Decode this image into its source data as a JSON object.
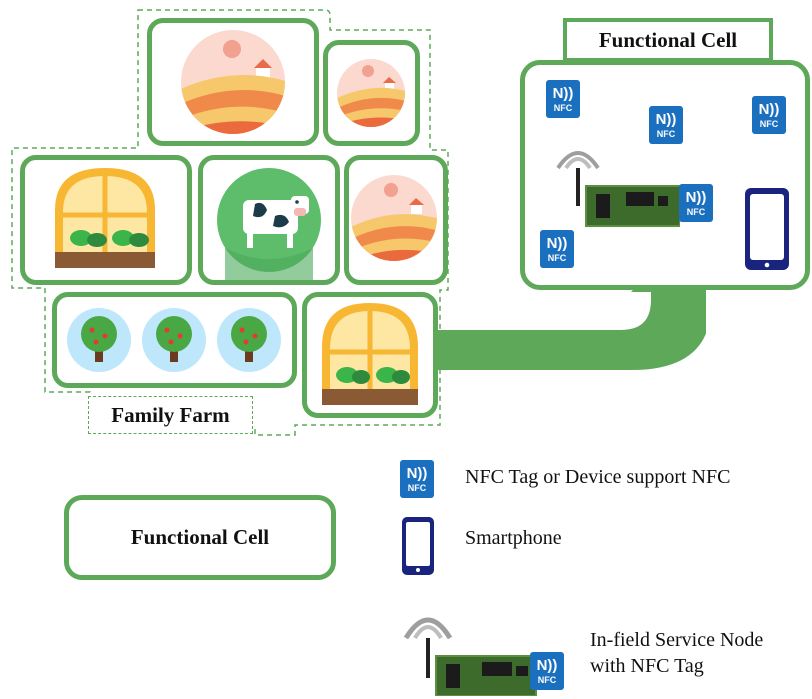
{
  "diagram": {
    "family_farm_label": "Family Farm",
    "functional_cell_title": "Functional Cell",
    "nfc_icon_text": "NFC",
    "nfc_glyph": "N))",
    "legend": {
      "functional_cell_label": "Functional Cell",
      "nfc_label": "NFC Tag or Device support NFC",
      "smartphone_label": "Smartphone",
      "node_label_line1": "In-field Service Node",
      "node_label_line2": "with NFC Tag"
    },
    "colors": {
      "cell_border": "#5ea85a",
      "nfc_blue": "#1a6fbf",
      "phone_navy": "#1a237e",
      "arrow_green": "#5ea85a"
    },
    "icons": [
      "field-icon",
      "greenhouse-icon",
      "cow-icon",
      "tree-icon",
      "nfc-icon",
      "smartphone-icon",
      "service-node-icon",
      "arrow-icon"
    ]
  }
}
